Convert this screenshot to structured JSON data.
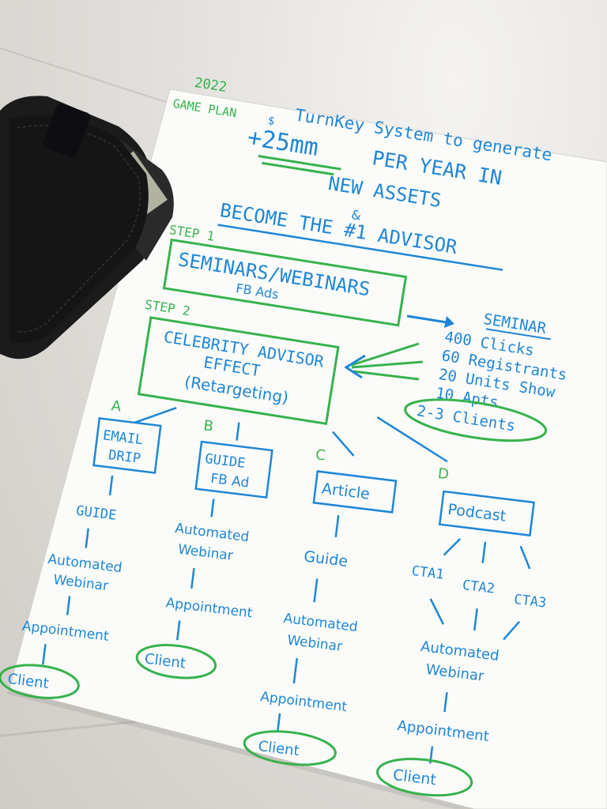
{
  "colors": {
    "blue_ink": "#1f86d6",
    "green_ink": "#37b24d",
    "paper": "#fbfbfa",
    "wallet": "#1b1b1b",
    "countertop": "#dcd9d4"
  },
  "header": {
    "year": "2022",
    "game_plan": "GAME PLAN",
    "line1": "TurnKey System to generate",
    "amount_dollar": "$",
    "amount": "+25mm",
    "line2": "PER YEAR IN",
    "line3": "NEW ASSETS",
    "ampersand": "&",
    "line4": "BECOME THE #1 ADVISOR"
  },
  "step1": {
    "label": "STEP 1",
    "title": "SEMINARS/WEBINARS",
    "subtitle": "FB Ads"
  },
  "step2": {
    "label": "STEP 2",
    "line1": "CELEBRITY ADVISOR",
    "line2": "EFFECT",
    "line3": "(Retargeting)"
  },
  "seminar_stats": {
    "title": "SEMINAR",
    "clicks": "400 Clicks",
    "registrants": "60 Registrants",
    "show": "20 Units Show",
    "apts": "10 Apts",
    "clients": "2-3 Clients"
  },
  "paths": {
    "a": {
      "letter": "A",
      "box_line1": "EMAIL",
      "box_line2": "DRIP",
      "steps": [
        "GUIDE",
        "Automated",
        "Webinar",
        "Appointment"
      ],
      "client": "Client"
    },
    "b": {
      "letter": "B",
      "box_line1": "GUIDE",
      "box_line2": "FB Ad",
      "steps": [
        "Automated",
        "Webinar",
        "Appointment"
      ],
      "client": "Client"
    },
    "c": {
      "letter": "C",
      "box": "Article",
      "steps": [
        "Guide",
        "Automated",
        "Webinar",
        "Appointment"
      ],
      "client": "Client"
    },
    "d": {
      "letter": "D",
      "box": "Podcast",
      "ctas": [
        "CTA1",
        "CTA2",
        "CTA3"
      ],
      "steps": [
        "Automated",
        "Webinar",
        "Appointment"
      ],
      "client": "Client"
    }
  }
}
